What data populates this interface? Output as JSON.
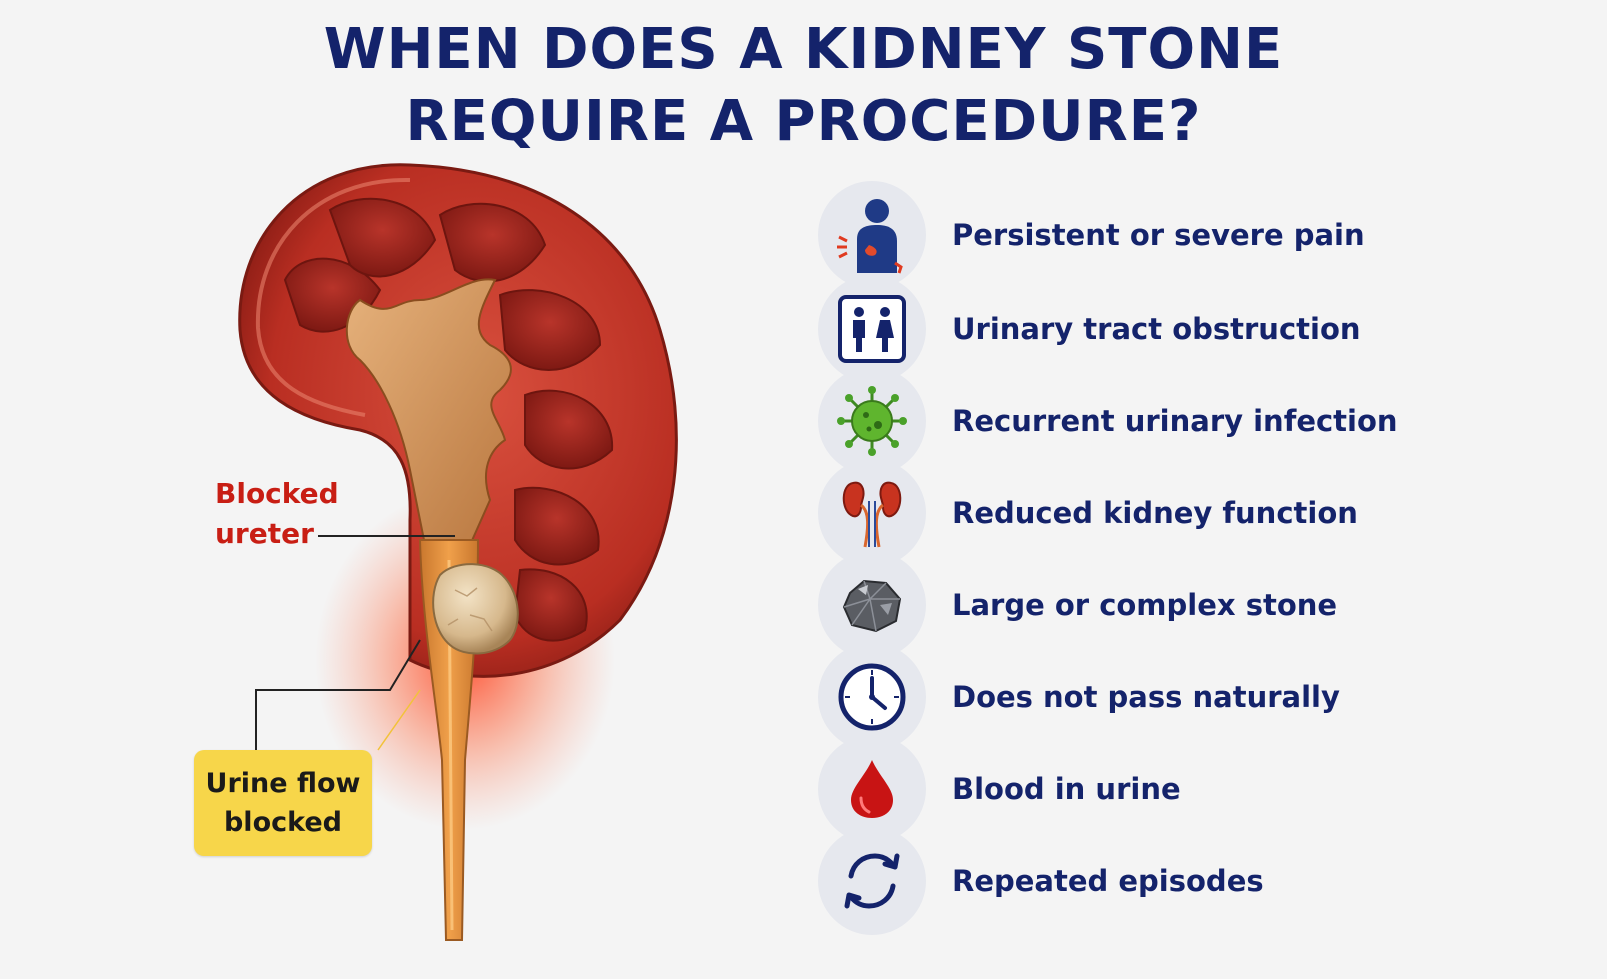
{
  "title": {
    "line1": "WHEN DOES A KIDNEY STONE",
    "line2": "REQUIRE A PROCEDURE?"
  },
  "callouts": {
    "blocked_line1": "Blocked",
    "blocked_line2": "ureter",
    "flow_line1": "Urine flow",
    "flow_line2": "blocked"
  },
  "items": [
    {
      "label": "Persistent or severe pain",
      "icon": "person-pain-icon"
    },
    {
      "label": "Urinary tract obstruction",
      "icon": "restroom-icon"
    },
    {
      "label": "Recurrent urinary infection",
      "icon": "bacteria-icon"
    },
    {
      "label": "Reduced kidney function",
      "icon": "kidneys-icon"
    },
    {
      "label": "Large or complex stone",
      "icon": "stone-icon"
    },
    {
      "label": "Does not pass naturally",
      "icon": "clock-icon"
    },
    {
      "label": "Blood in urine",
      "icon": "blood-drop-icon"
    },
    {
      "label": "Repeated episodes",
      "icon": "repeat-arrows-icon"
    }
  ],
  "colors": {
    "title": "#14236b",
    "callout_red": "#c81e14",
    "callout_box": "#f7d64a",
    "icon_bg": "#e6e8ee"
  }
}
